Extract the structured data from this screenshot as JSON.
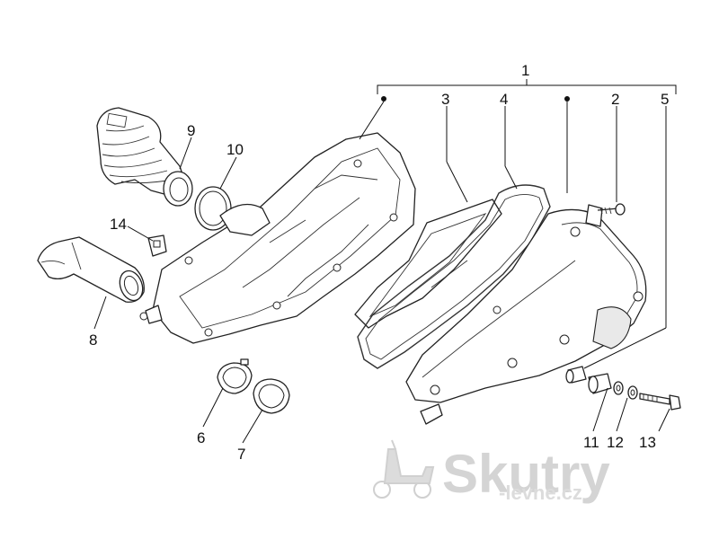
{
  "callouts": {
    "c1": "1",
    "c2": "2",
    "c3": "3",
    "c4": "4",
    "c5": "5",
    "c6": "6",
    "c7": "7",
    "c8": "8",
    "c9": "9",
    "c10": "10",
    "c11": "11",
    "c12": "12",
    "c13": "13",
    "c14": "14"
  },
  "watermark": {
    "brand": "Skutry",
    "domain": "-levne.cz"
  },
  "colors": {
    "line": "#222222",
    "watermark": "#d4d4d4",
    "background": "#ffffff"
  }
}
